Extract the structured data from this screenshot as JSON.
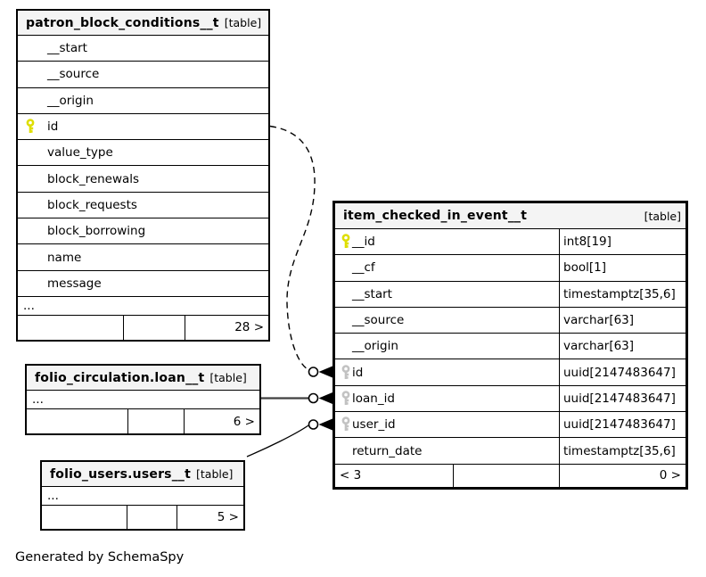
{
  "diagram": {
    "caption": "Generated by SchemaSpy",
    "colors": {
      "primary_key": "#dede00",
      "foreign_key": "#c2c2c2",
      "line": "#000000",
      "loan_line": "#404040",
      "header_bg": "#f4f4f4"
    },
    "tables": {
      "patron": {
        "title": "patron_block_conditions__t",
        "badge": "[table]",
        "columns": [
          {
            "name": "__start"
          },
          {
            "name": "__source"
          },
          {
            "name": "__origin"
          },
          {
            "name": "id",
            "key": "primary"
          },
          {
            "name": "value_type"
          },
          {
            "name": "block_renewals"
          },
          {
            "name": "block_requests"
          },
          {
            "name": "block_borrowing"
          },
          {
            "name": "name"
          },
          {
            "name": "message"
          }
        ],
        "ellipsis": "...",
        "footer": {
          "left": "",
          "middle": "",
          "right": "28 >"
        }
      },
      "item": {
        "title": "item_checked_in_event__t",
        "badge": "[table]",
        "columns": [
          {
            "name": "__id",
            "type": "int8[19]",
            "key": "primary"
          },
          {
            "name": "__cf",
            "type": "bool[1]"
          },
          {
            "name": "__start",
            "type": "timestamptz[35,6]"
          },
          {
            "name": "__source",
            "type": "varchar[63]"
          },
          {
            "name": "__origin",
            "type": "varchar[63]"
          },
          {
            "name": "id",
            "type": "uuid[2147483647]",
            "key": "foreign"
          },
          {
            "name": "loan_id",
            "type": "uuid[2147483647]",
            "key": "foreign"
          },
          {
            "name": "user_id",
            "type": "uuid[2147483647]",
            "key": "foreign"
          },
          {
            "name": "return_date",
            "type": "timestamptz[35,6]"
          }
        ],
        "footer": {
          "left": "< 3",
          "middle": "",
          "right": "0 >"
        }
      },
      "loan": {
        "title": "folio_circulation.loan__t",
        "badge": "[table]",
        "ellipsis": "...",
        "footer": {
          "left": "",
          "middle": "",
          "right": "6 >"
        }
      },
      "users": {
        "title": "folio_users.users__t",
        "badge": "[table]",
        "ellipsis": "...",
        "footer": {
          "left": "",
          "middle": "",
          "right": "5 >"
        }
      }
    },
    "relationships": [
      {
        "from": "patron_block_conditions__t.id",
        "to": "item_checked_in_event__t.id",
        "style": "dashed"
      },
      {
        "from": "folio_circulation.loan__t",
        "to": "item_checked_in_event__t.loan_id",
        "style": "solid"
      },
      {
        "from": "folio_users.users__t",
        "to": "item_checked_in_event__t.user_id",
        "style": "solid"
      }
    ]
  }
}
